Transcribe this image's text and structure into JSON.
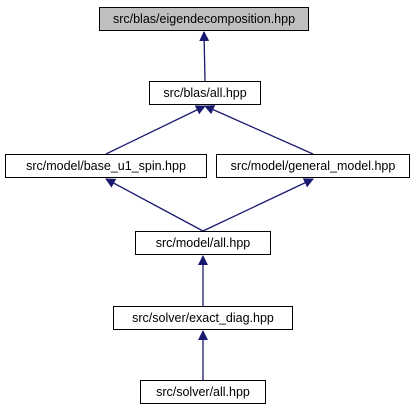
{
  "diagram": {
    "type": "include-dependency-graph",
    "colors": {
      "edge": "#191970",
      "node_border": "#000000",
      "node_fill": "#ffffff",
      "root_fill": "#bfbfbf"
    },
    "nodes": [
      {
        "id": "eigen",
        "label": "src/blas/eigendecomposition.hpp",
        "root": true
      },
      {
        "id": "blas_all",
        "label": "src/blas/all.hpp"
      },
      {
        "id": "base_u1",
        "label": "src/model/base_u1_spin.hpp"
      },
      {
        "id": "general_model",
        "label": "src/model/general_model.hpp"
      },
      {
        "id": "model_all",
        "label": "src/model/all.hpp"
      },
      {
        "id": "exact_diag",
        "label": "src/solver/exact_diag.hpp"
      },
      {
        "id": "solver_all",
        "label": "src/solver/all.hpp"
      }
    ],
    "edges": [
      {
        "from": "blas_all",
        "to": "eigen"
      },
      {
        "from": "base_u1",
        "to": "blas_all"
      },
      {
        "from": "general_model",
        "to": "blas_all"
      },
      {
        "from": "model_all",
        "to": "base_u1"
      },
      {
        "from": "model_all",
        "to": "general_model"
      },
      {
        "from": "exact_diag",
        "to": "model_all"
      },
      {
        "from": "solver_all",
        "to": "exact_diag"
      }
    ]
  }
}
